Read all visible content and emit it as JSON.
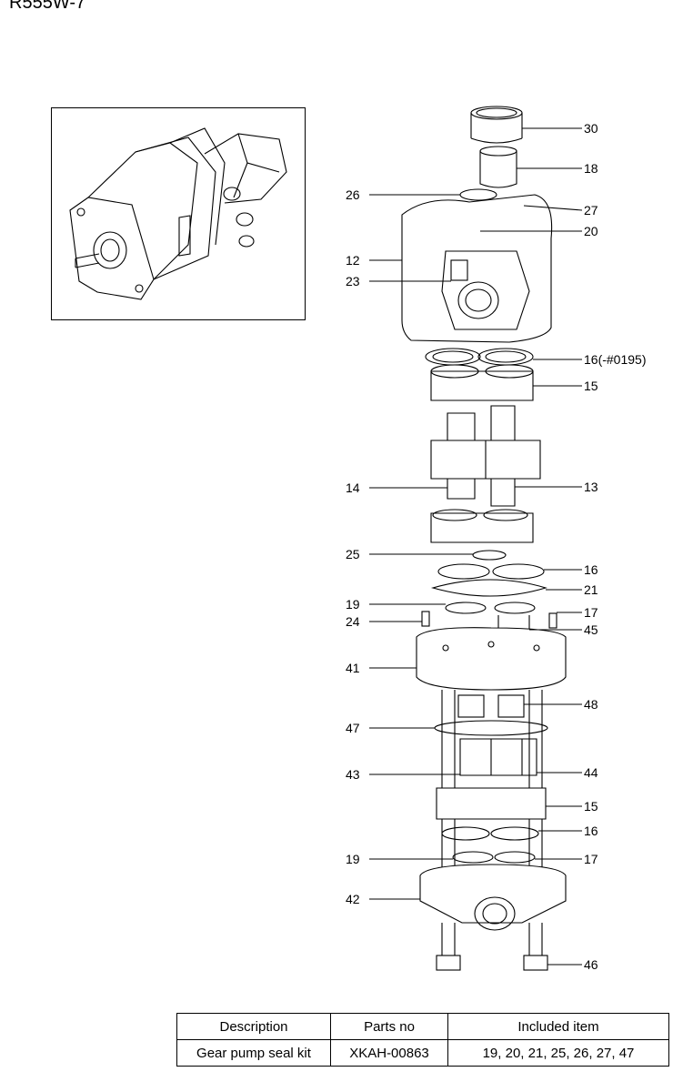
{
  "model_title": "R555W-7",
  "callouts": [
    {
      "id": "30",
      "text": "30"
    },
    {
      "id": "18",
      "text": "18"
    },
    {
      "id": "26",
      "text": "26"
    },
    {
      "id": "27",
      "text": "27"
    },
    {
      "id": "20",
      "text": "20"
    },
    {
      "id": "12",
      "text": "12"
    },
    {
      "id": "23",
      "text": "23"
    },
    {
      "id": "16a",
      "text": "16(-#0195)"
    },
    {
      "id": "15a",
      "text": "15"
    },
    {
      "id": "14",
      "text": "14"
    },
    {
      "id": "13",
      "text": "13"
    },
    {
      "id": "25",
      "text": "25"
    },
    {
      "id": "16b",
      "text": "16"
    },
    {
      "id": "21",
      "text": "21"
    },
    {
      "id": "19a",
      "text": "19"
    },
    {
      "id": "17a",
      "text": "17"
    },
    {
      "id": "24",
      "text": "24"
    },
    {
      "id": "45",
      "text": "45"
    },
    {
      "id": "41",
      "text": "41"
    },
    {
      "id": "48",
      "text": "48"
    },
    {
      "id": "47",
      "text": "47"
    },
    {
      "id": "43",
      "text": "43"
    },
    {
      "id": "44",
      "text": "44"
    },
    {
      "id": "15b",
      "text": "15"
    },
    {
      "id": "16c",
      "text": "16"
    },
    {
      "id": "19b",
      "text": "19"
    },
    {
      "id": "17b",
      "text": "17"
    },
    {
      "id": "42",
      "text": "42"
    },
    {
      "id": "46",
      "text": "46"
    }
  ],
  "kit_table": {
    "headers": [
      "Description",
      "Parts no",
      "Included item"
    ],
    "rows": [
      [
        "Gear pump seal kit",
        "XKAH-00863",
        "19, 20, 21, 25, 26, 27, 47"
      ]
    ]
  }
}
